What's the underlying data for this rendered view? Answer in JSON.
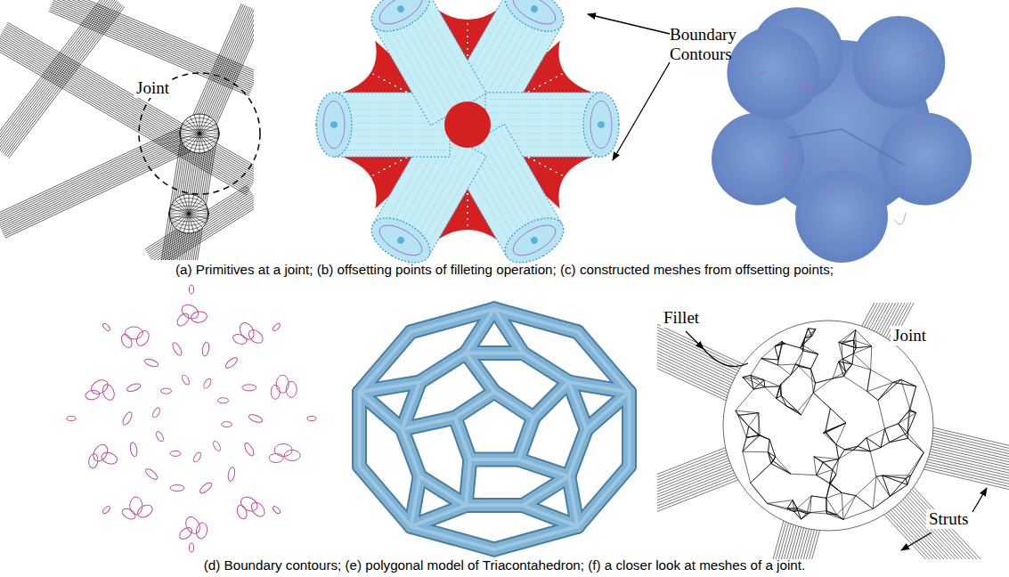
{
  "diagram": {
    "labels": [
      "Joint",
      "Boundary Contours",
      "(a) Primitives at a joint; (b) offsetting points of filleting operation; (c) constructed meshes from offsetting points;",
      "Fillet",
      "Joint",
      "Struts",
      "(d) Boundary contours; (e) polygonal model of Triacontahedron; (f) a closer look at meshes of a joint."
    ]
  }
}
